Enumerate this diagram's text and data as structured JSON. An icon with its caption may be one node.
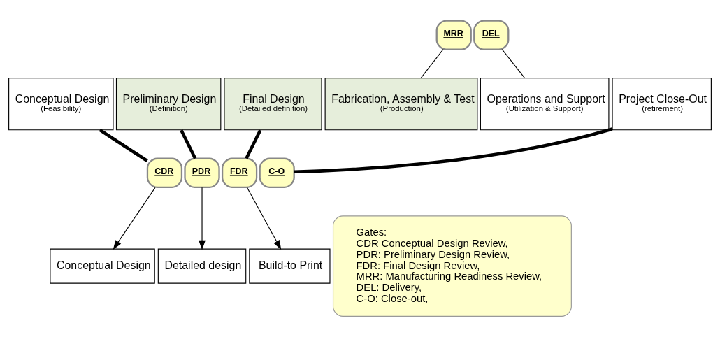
{
  "diagram": {
    "nodes": [
      {
        "text": [
          "MRR"
        ]
      },
      {
        "text": [
          "DEL"
        ]
      },
      {
        "text": [
          "Conceptual Design",
          "(Feasibility)"
        ]
      },
      {
        "text": [
          "Preliminary Design",
          "(Definition)"
        ]
      },
      {
        "text": [
          "Final Design",
          "(Detailed definition)"
        ]
      },
      {
        "text": [
          "Fabrication, Assembly & Test",
          "(Production)"
        ]
      },
      {
        "text": [
          "Operations and Support",
          "(Utilization & Support)"
        ]
      },
      {
        "text": [
          "Project Close-Out",
          "(retirement)"
        ]
      },
      {
        "text": [
          "CDR"
        ]
      },
      {
        "text": [
          "PDR"
        ]
      },
      {
        "text": [
          "FDR"
        ]
      },
      {
        "text": [
          "C-O"
        ]
      },
      {
        "text": [
          "Conceptual Design"
        ]
      },
      {
        "text": [
          "Detailed design"
        ]
      },
      {
        "text": [
          "Build-to Print"
        ]
      },
      {
        "text": [
          "Gates:",
          "CDR Conceptual Design Review,",
          "PDR: Preliminary Design Review,",
          "FDR: Final Design Review,",
          "MRR: Manufacturing Readiness Review,",
          "DEL: Delivery,",
          "C-O: Close-out,"
        ]
      }
    ],
    "edges": [
      {
        "from": 0,
        "to": 5,
        "arrow": "none"
      },
      {
        "from": 1,
        "to": 6,
        "arrow": "none"
      },
      {
        "from": 2,
        "to": 8,
        "arrow": "none",
        "style": "thick"
      },
      {
        "from": 3,
        "to": 9,
        "arrow": "none",
        "style": "thick"
      },
      {
        "from": 4,
        "to": 10,
        "arrow": "none",
        "style": "thick"
      },
      {
        "from": 7,
        "to": 11,
        "arrow": "none",
        "style": "thick"
      },
      {
        "from": 8,
        "to": 12,
        "arrow": "to"
      },
      {
        "from": 9,
        "to": 13,
        "arrow": "to"
      },
      {
        "from": 10,
        "to": 14,
        "arrow": "to"
      }
    ]
  }
}
